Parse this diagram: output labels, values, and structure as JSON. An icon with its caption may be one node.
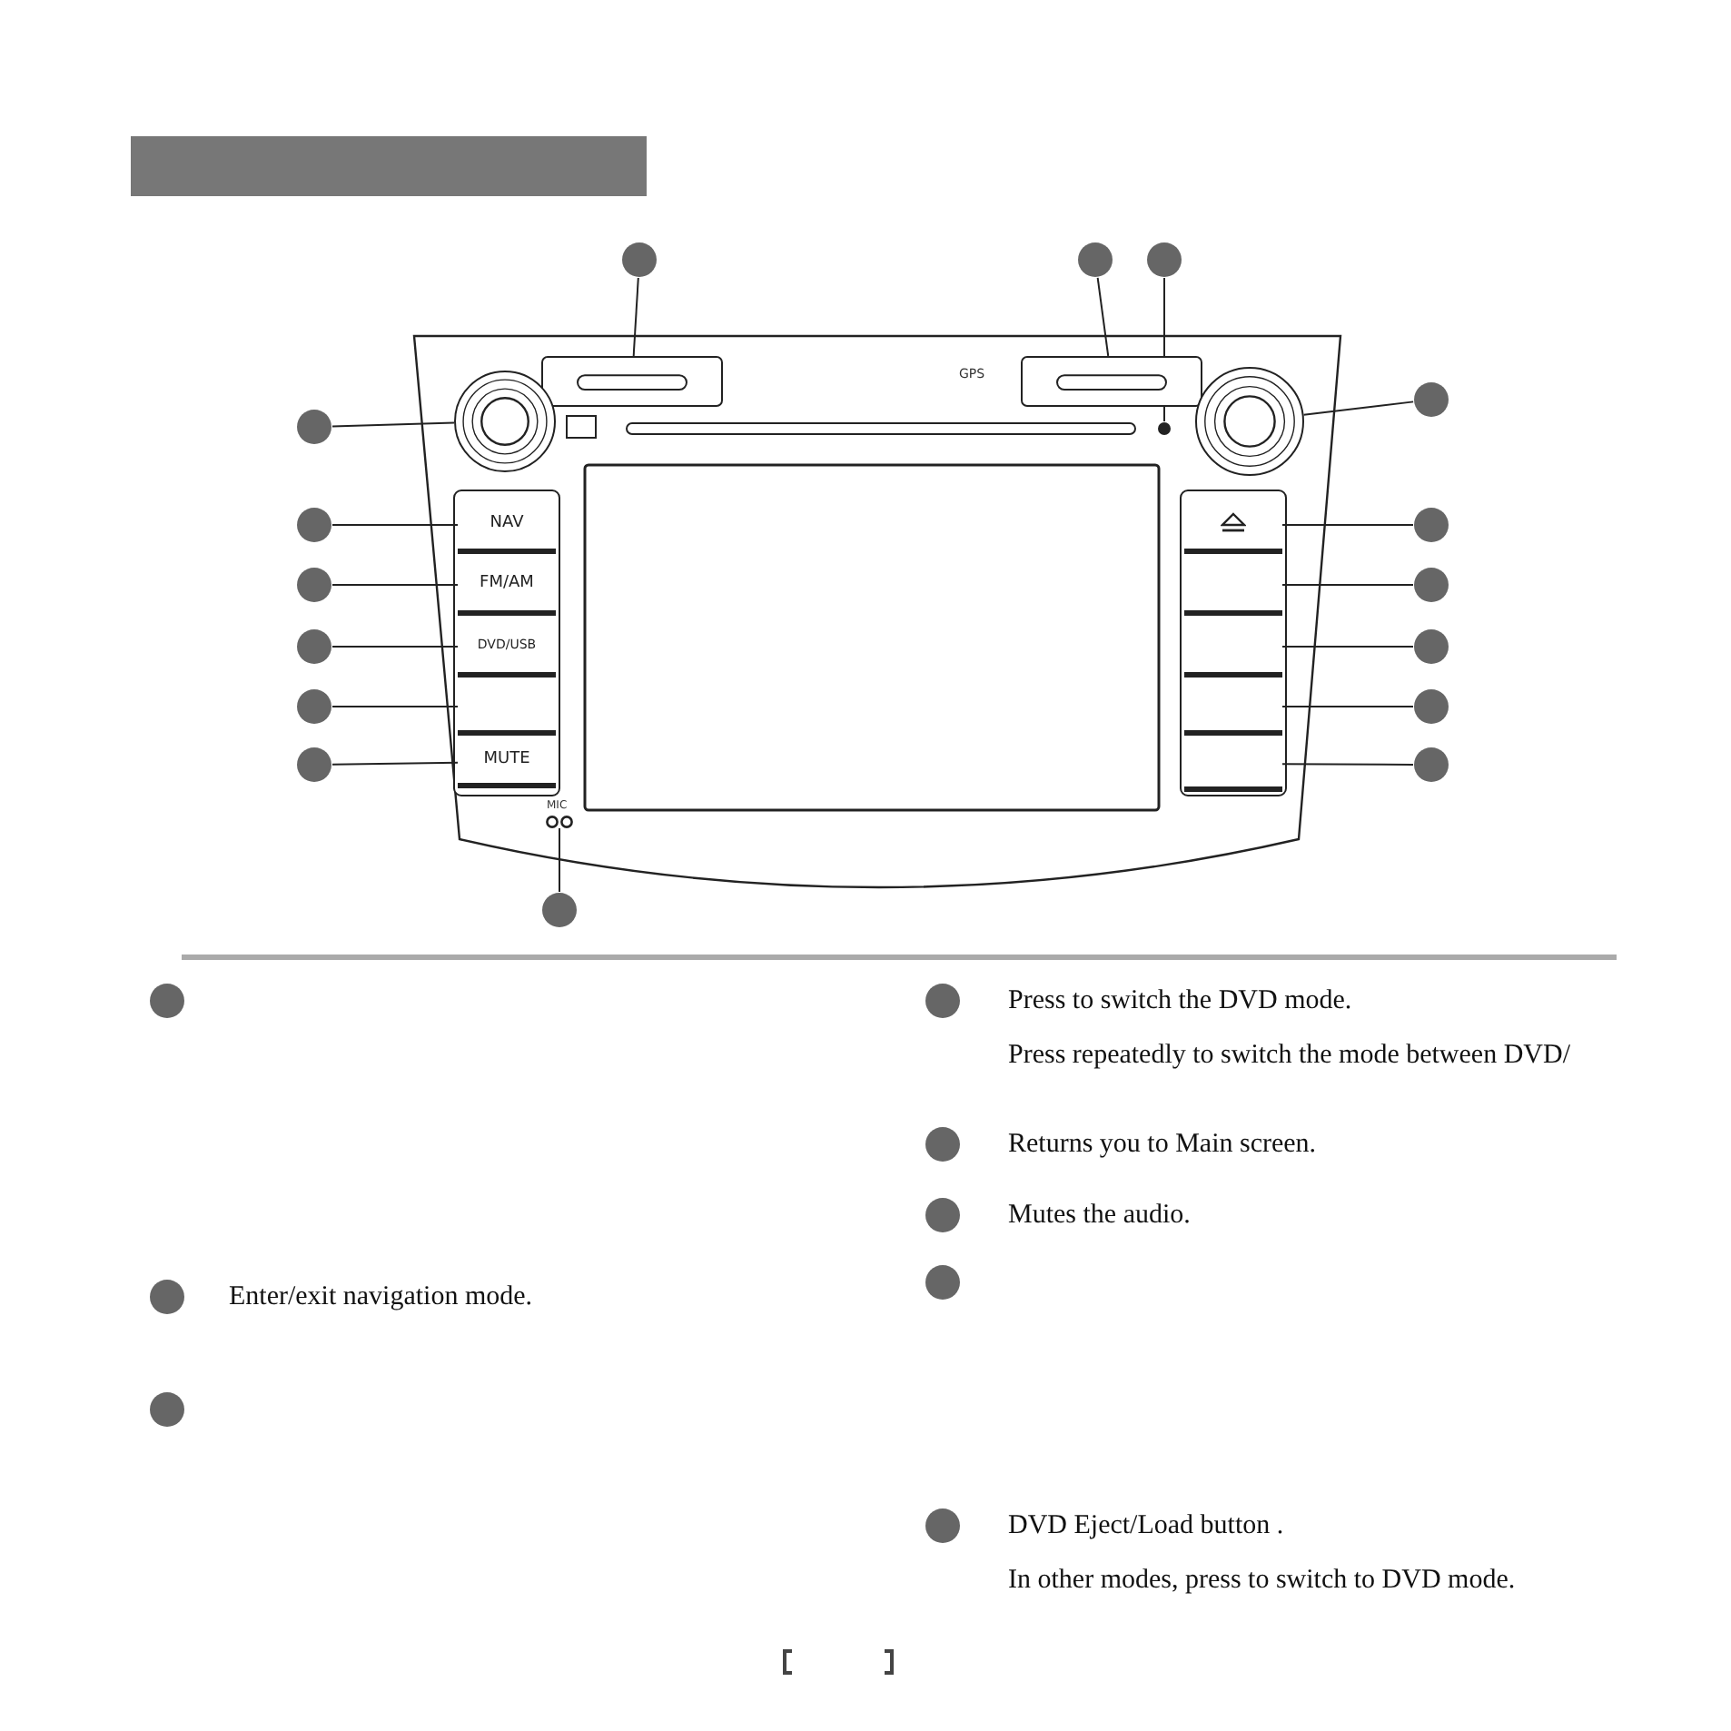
{
  "diagram": {
    "nodes": [
      {
        "text": [],
        "shape": "circle"
      },
      {
        "text": [],
        "shape": "circle"
      },
      {
        "text": [],
        "shape": "circle"
      },
      {
        "text": [],
        "shape": "circle"
      },
      {
        "text": [],
        "shape": "circle"
      },
      {
        "text": [],
        "shape": "circle"
      },
      {
        "text": [],
        "shape": "circle"
      },
      {
        "text": [],
        "shape": "circle"
      },
      {
        "text": [],
        "shape": "circle"
      },
      {
        "text": [],
        "shape": "circle"
      },
      {
        "text": [],
        "shape": "circle"
      },
      {
        "text": [],
        "shape": "circle"
      },
      {
        "text": [],
        "shape": "circle"
      },
      {
        "text": [],
        "shape": "circle"
      },
      {
        "text": [],
        "shape": "circle"
      },
      {
        "text": [],
        "shape": "circle"
      },
      {
        "text": [],
        "shape": "box"
      },
      {
        "text": [],
        "shape": "box"
      },
      {
        "text": [],
        "shape": "circle"
      },
      {
        "text": [],
        "shape": "circle"
      },
      {
        "text": [],
        "shape": "circle"
      },
      {
        "text": [
          "NAV"
        ]
      },
      {
        "text": [
          "FM/AM"
        ]
      },
      {
        "text": [
          "DVD/USB"
        ]
      },
      {
        "text": [],
        "shape": "box"
      },
      {
        "text": [
          "MUTE"
        ]
      },
      {
        "text": [],
        "shape": "box"
      },
      {
        "text": [],
        "shape": "box"
      },
      {
        "text": [],
        "shape": "box"
      },
      {
        "text": [],
        "shape": "box"
      },
      {
        "text": [],
        "shape": "box"
      },
      {
        "text": [],
        "shape": "circle",
        "beside": [
          "MIC"
        ]
      },
      {
        "text": [],
        "shape": "circle"
      },
      {
        "text": [],
        "shape": "circle",
        "beside": [
          "Enter/exit navigation mode."
        ]
      },
      {
        "text": [],
        "shape": "circle"
      },
      {
        "text": [],
        "shape": "circle",
        "beside": [
          "Press to switch the DVD mode.",
          "Press repeatedly to switch the mode between DVD/"
        ]
      },
      {
        "text": [],
        "shape": "circle",
        "beside": [
          "Returns you to Main screen."
        ]
      },
      {
        "text": [],
        "shape": "circle",
        "beside": [
          "Mutes the audio."
        ]
      },
      {
        "text": [],
        "shape": "circle"
      },
      {
        "text": [],
        "shape": "circle",
        "beside": [
          "DVD Eject/Load button .",
          "In other modes, press to switch to DVD mode."
        ]
      },
      {
        "text": [],
        "shape": "bar"
      }
    ],
    "edges": [
      {
        "from": 0,
        "to": 16,
        "arrow": "none"
      },
      {
        "from": 1,
        "to": 17,
        "arrow": "none"
      },
      {
        "from": 2,
        "to": 18,
        "arrow": "none"
      },
      {
        "from": 3,
        "to": 19,
        "arrow": "none"
      },
      {
        "from": 4,
        "to": 20,
        "arrow": "none"
      },
      {
        "from": 5,
        "to": 21,
        "arrow": "none"
      },
      {
        "from": 6,
        "to": 26,
        "arrow": "none"
      },
      {
        "from": 7,
        "to": 22,
        "arrow": "none"
      },
      {
        "from": 8,
        "to": 27,
        "arrow": "none"
      },
      {
        "from": 9,
        "to": 23,
        "arrow": "none"
      },
      {
        "from": 10,
        "to": 28,
        "arrow": "none"
      },
      {
        "from": 11,
        "to": 24,
        "arrow": "none"
      },
      {
        "from": 12,
        "to": 29,
        "arrow": "none"
      },
      {
        "from": 13,
        "to": 25,
        "arrow": "none"
      },
      {
        "from": 14,
        "to": 30,
        "arrow": "none"
      },
      {
        "from": 15,
        "to": 31,
        "arrow": "none"
      }
    ],
    "labels": [
      "GPS"
    ]
  }
}
